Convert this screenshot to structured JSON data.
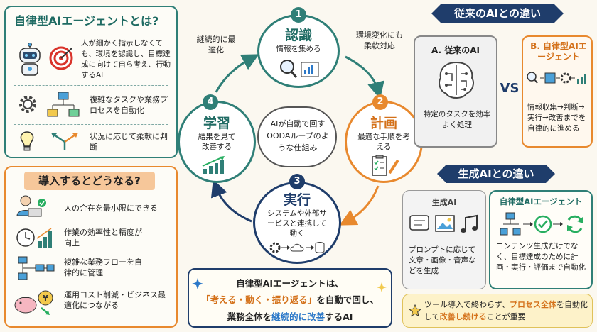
{
  "what_is": {
    "title": "自律型AIエージェントとは?",
    "item1": "人が細かく指示しなくても、環境を認識し、目標達成に向けて自ら考え、行動するAI",
    "item2": "複雑なタスクや業務プロセスを自動化",
    "item3": "状況に応じて柔軟に判断"
  },
  "what_happens": {
    "title": "導入するとどうなる?",
    "items": [
      "人の介在を最小限にできる",
      "作業の効率性と精度が向上",
      "複雑な業務フローを自律的に管理",
      "運用コスト削減・ビジネス最適化につながる"
    ]
  },
  "cycle": {
    "center_text": "AIが自動で回すOODAループのような仕組み",
    "steps": [
      {
        "num": "1",
        "title": "認識",
        "desc": "情報を集める"
      },
      {
        "num": "2",
        "title": "計画",
        "desc": "最適な手順を考える"
      },
      {
        "num": "3",
        "title": "実行",
        "desc": "システムや外部サービスと連携して動く"
      },
      {
        "num": "4",
        "title": "学習",
        "desc": "結果を見て改善する"
      }
    ],
    "note_left": "継続的に最適化",
    "note_right": "環境変化にも柔軟対応"
  },
  "summary": {
    "line1": "自律型AIエージェントは、",
    "quote": "「考える・動く・振り返る」",
    "line2_rest": "を自動で回し、",
    "line3_pre": "業務全体を",
    "line3_em": "継続的に改善",
    "line3_post": "するAI"
  },
  "vs_traditional": {
    "title": "従来のAIとの違い",
    "a_title": "A. 従来のAI",
    "a_desc": "特定のタスクを効率よく処理",
    "vs": "VS",
    "b_title": "B. 自律型AIエージェント",
    "b_desc": "情報収集→判断→実行→改善までを自律的に進める"
  },
  "vs_generative": {
    "title": "生成AIとの違い",
    "left_title": "生成AI",
    "left_desc": "プロンプトに応じて文章・画像・音声などを生成",
    "right_title": "自律型AIエージェント",
    "right_desc": "コンテンツ生成だけでなく、目標達成のために計画・実行・評価まで自動化"
  },
  "tip": {
    "pre": "ツール導入で終わらず、",
    "em1": "プロセス全体",
    "mid": "を自動化して",
    "em2": "改善し続ける",
    "post": "ことが重要"
  },
  "colors": {
    "teal": "#2f7f77",
    "orange": "#e8892e",
    "navy": "#1f3d6b",
    "blue": "#2b78c8"
  }
}
